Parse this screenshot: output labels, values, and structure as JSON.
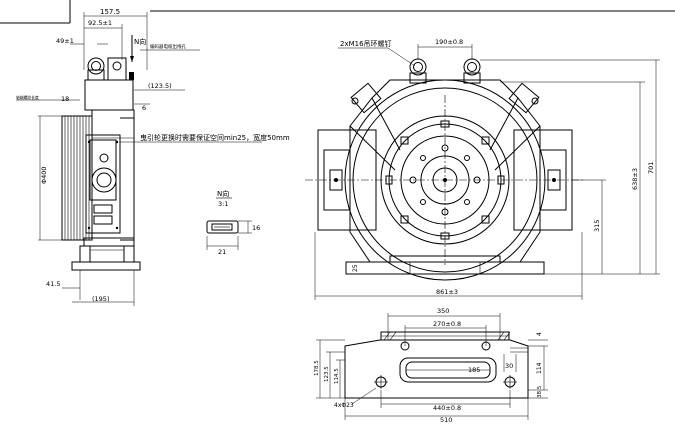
{
  "side_view": {
    "dim_157_5": "157.5",
    "dim_92_5": "92.5±1",
    "dim_49": "49±1",
    "n_view_label": "N向",
    "note_top": "编码器电缆出线孔",
    "dim_123_5": "(123.5)",
    "dim_18": "18",
    "note_18": "轴端螺纹长度",
    "dim_6": "6",
    "dim_400": "Φ400",
    "dim_41_5": "41.5",
    "dim_195": "(195)",
    "note_long": "曳引轮更换时需要保证空间min25，宽度50mm"
  },
  "n_detail": {
    "title": "N向",
    "scale": "3:1",
    "dim_16": "16",
    "dim_21": "21"
  },
  "front_view": {
    "dim_190": "190±0.8",
    "thread_label": "2xM16吊环螺钉",
    "dim_638": "638±3",
    "dim_701": "701",
    "dim_315": "315",
    "dim_25": "25",
    "dim_861": "861±3"
  },
  "bottom_view": {
    "dim_350": "350",
    "dim_270": "270±0.8",
    "dim_185": "185",
    "dim_178_5": "178.5",
    "dim_123_5": "123.5",
    "dim_114_5": "114.5",
    "dim_30": "30",
    "dim_114": "114",
    "dim_4": "4",
    "dim_38_5": "38.5",
    "hole_label": "4xΦ23",
    "dim_440": "440±0.8",
    "dim_510": "510"
  }
}
